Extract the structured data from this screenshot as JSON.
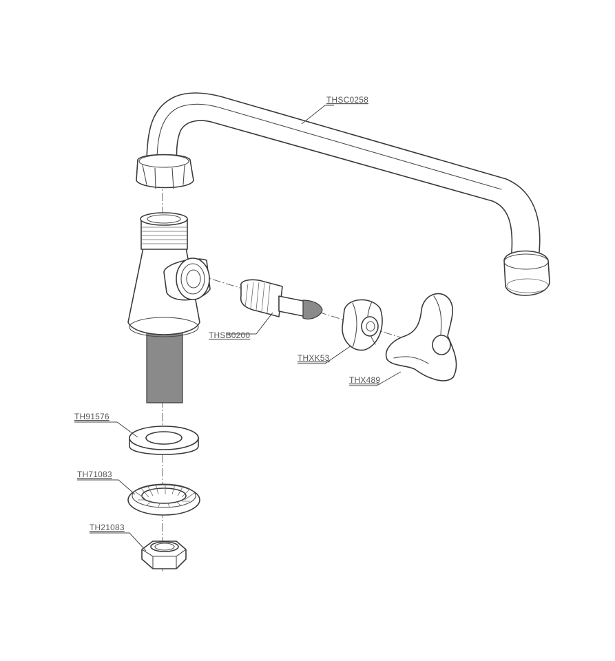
{
  "labels": {
    "spout": "THSC0258",
    "cartridge": "THSB0200",
    "cap": "THXK53",
    "handle": "THX489",
    "washer": "TH91576",
    "lock_washer": "TH71083",
    "nut": "TH21083"
  }
}
